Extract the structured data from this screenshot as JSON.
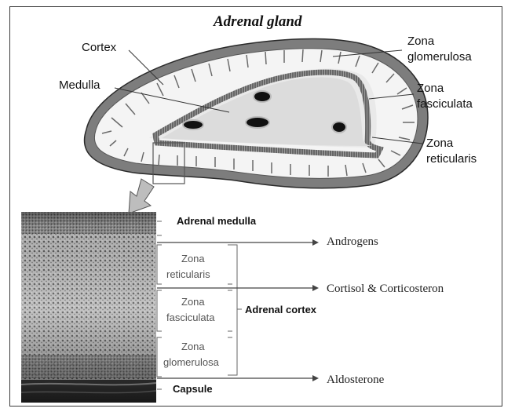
{
  "title": "Adrenal gland",
  "gland_labels": {
    "cortex": "Cortex",
    "medulla": "Medulla",
    "zona_glomerulosa": [
      "Zona",
      "glomerulosa"
    ],
    "zona_fasciculata": [
      "Zona",
      "fasciculata"
    ],
    "zona_reticularis": [
      "Zona",
      "reticularis"
    ]
  },
  "section_labels": {
    "adrenal_medulla": "Adrenal medulla",
    "zona_reticularis": [
      "Zona",
      "reticularis"
    ],
    "zona_fasciculata": [
      "Zona",
      "fasciculata"
    ],
    "zona_glomerulosa": [
      "Zona",
      "glomerulosa"
    ],
    "adrenal_cortex": "Adrenal cortex",
    "capsule": "Capsule"
  },
  "hormones": {
    "androgens": "Androgens",
    "cortisol": "Cortisol & Corticosteron",
    "aldosterone": "Aldosterone"
  }
}
